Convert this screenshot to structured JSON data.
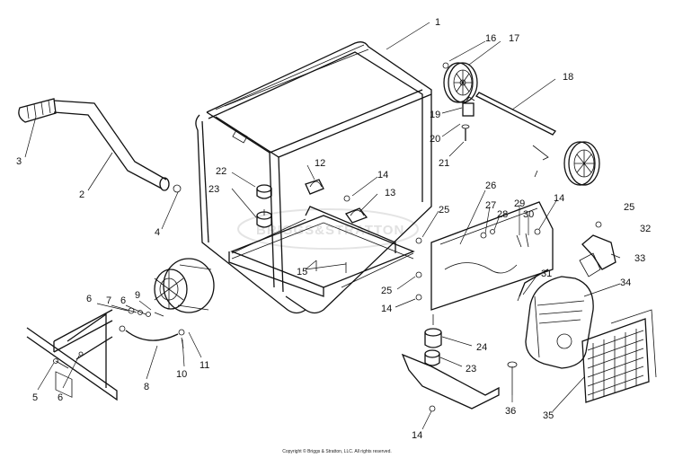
{
  "callouts": [
    "1",
    "16",
    "17",
    "18",
    "19",
    "20",
    "21",
    "3",
    "2",
    "4",
    "22",
    "23",
    "12",
    "14",
    "13",
    "25",
    "15",
    "26",
    "27",
    "28",
    "29",
    "30",
    "14",
    "25",
    "32",
    "33",
    "31",
    "25",
    "14",
    "34",
    "6",
    "7",
    "6",
    "9",
    "8",
    "10",
    "11",
    "5",
    "6",
    "24",
    "23",
    "36",
    "35",
    "14"
  ],
  "watermark": "BRIGGS&STRATTON",
  "copyright": "Copyright © Briggs & Stratton, LLC. All rights reserved."
}
